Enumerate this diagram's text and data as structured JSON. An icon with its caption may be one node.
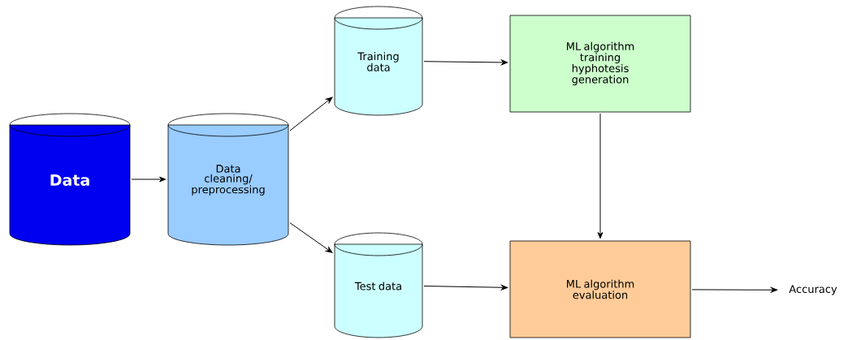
{
  "diagram": {
    "nodes": [
      {
        "text": [
          "Data"
        ]
      },
      {
        "text": [
          "Data cleaning/ preprocessing"
        ]
      },
      {
        "text": [
          "Training data"
        ]
      },
      {
        "text": [
          "Test data"
        ]
      },
      {
        "text": [
          "ML algorithm training hyphotesis generation"
        ]
      },
      {
        "text": [
          "ML algorithm evaluation"
        ]
      },
      {
        "text": [
          "Accuracy"
        ]
      }
    ],
    "edges": [
      {
        "from": 0,
        "to": 1,
        "arrow": "to"
      },
      {
        "from": 1,
        "to": 2,
        "arrow": "to"
      },
      {
        "from": 1,
        "to": 3,
        "arrow": "to"
      },
      {
        "from": 2,
        "to": 4,
        "arrow": "to"
      },
      {
        "from": 3,
        "to": 5,
        "arrow": "to"
      },
      {
        "from": 4,
        "to": 5,
        "arrow": "to"
      },
      {
        "from": 5,
        "to": 6,
        "arrow": "to"
      }
    ]
  }
}
